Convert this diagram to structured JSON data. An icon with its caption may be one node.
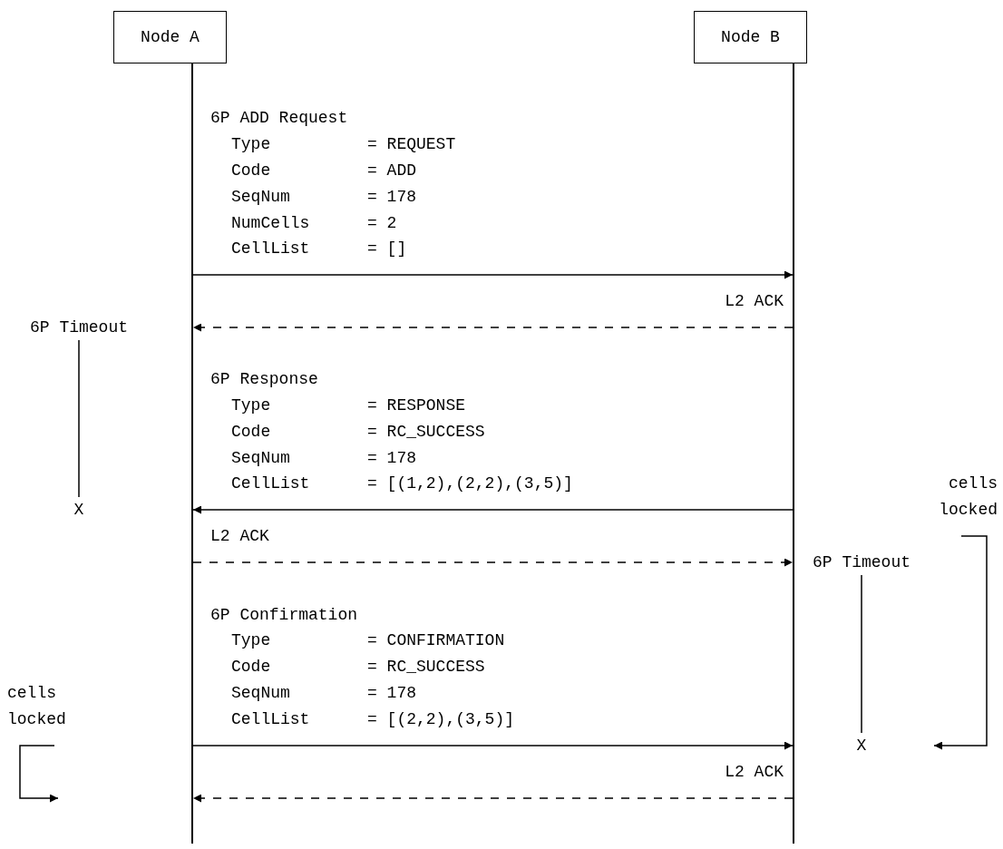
{
  "diagram": {
    "nodes": [
      {
        "text": [
          "Node A"
        ]
      },
      {
        "text": [
          "Node B"
        ]
      },
      {
        "text": [
          "6P Timeout"
        ]
      },
      {
        "text": [
          "X"
        ]
      },
      {
        "text": [
          "6P Timeout"
        ]
      },
      {
        "text": [
          "X"
        ]
      },
      {
        "text": [],
        "shape": "bar"
      },
      {
        "text": [],
        "shape": "bar"
      }
    ],
    "edges": [
      {
        "from": 6,
        "to": 7,
        "arrow": "to"
      },
      {
        "from": 7,
        "to": 6,
        "arrow": "to",
        "label": "L2 ACK",
        "style": "dashed"
      },
      {
        "from": 7,
        "to": 6,
        "arrow": "to"
      },
      {
        "from": 6,
        "to": 7,
        "arrow": "to",
        "label": "L2 ACK",
        "style": "dashed"
      },
      {
        "from": 6,
        "to": 7,
        "arrow": "to"
      },
      {
        "from": 7,
        "to": 6,
        "arrow": "to",
        "label": "L2 ACK",
        "style": "dashed"
      },
      {
        "from": 2,
        "to": 3,
        "arrow": "none"
      },
      {
        "from": 4,
        "to": 5,
        "arrow": "none"
      }
    ],
    "labels": [
      "6P ADD Request",
      "Type",
      "= REQUEST",
      "Code",
      "= ADD",
      "SeqNum",
      "= 178",
      "NumCells",
      "= 2",
      "CellList",
      "= []",
      "6P Response",
      "Type",
      "= RESPONSE",
      "Code",
      "= RC_SUCCESS",
      "SeqNum",
      "= 178",
      "CellList",
      "= [(1,2),(2,2),(3,5)]",
      "cells locked",
      "6P Confirmation",
      "Type",
      "= CONFIRMATION",
      "Code",
      "= RC_SUCCESS",
      "cells locked",
      "SeqNum",
      "= 178",
      "CellList",
      "= [(2,2),(3,5)]"
    ]
  }
}
